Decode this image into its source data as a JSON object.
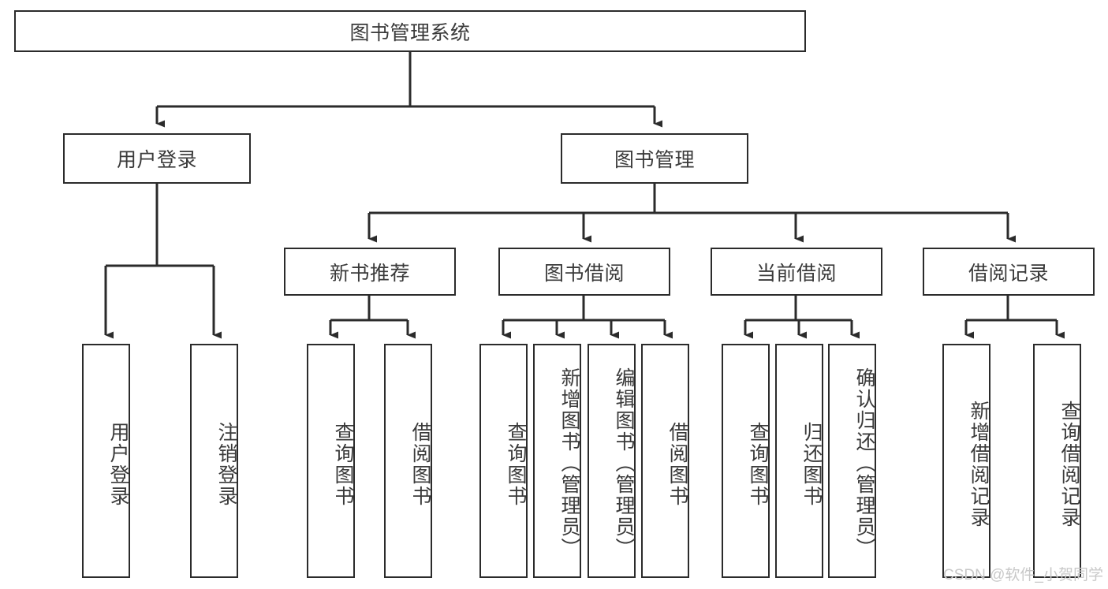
{
  "diagram": {
    "title": "图书管理系统",
    "type": "tree-hierarchy",
    "watermark": "CSDN @软件_小贺同学",
    "colors": {
      "box_border": "#2b2b2b",
      "box_fill": "#ffffff",
      "edge": "#2b2b2b",
      "text": "#3a3a3a",
      "watermark": "#c8c8c8",
      "background": "#ffffff"
    },
    "root": {
      "id": "root",
      "label": "图书管理系统",
      "orientation": "horizontal"
    },
    "level2": [
      {
        "id": "user-login",
        "label": "用户登录",
        "orientation": "horizontal"
      },
      {
        "id": "book-management",
        "label": "图书管理",
        "orientation": "horizontal"
      }
    ],
    "level3": [
      {
        "id": "new-book-recommend",
        "label": "新书推荐",
        "orientation": "horizontal",
        "parent": "book-management"
      },
      {
        "id": "book-borrow",
        "label": "图书借阅",
        "orientation": "horizontal",
        "parent": "book-management"
      },
      {
        "id": "current-borrow",
        "label": "当前借阅",
        "orientation": "horizontal",
        "parent": "book-management"
      },
      {
        "id": "borrow-record",
        "label": "借阅记录",
        "orientation": "horizontal",
        "parent": "book-management"
      }
    ],
    "leaves": [
      {
        "id": "leaf-user-login",
        "label": "用户登录",
        "parent": "user-login",
        "orientation": "vertical"
      },
      {
        "id": "leaf-logout-login",
        "label": "注销登录",
        "parent": "user-login",
        "orientation": "vertical"
      },
      {
        "id": "leaf-query-book-1",
        "label": "查询图书",
        "parent": "new-book-recommend",
        "orientation": "vertical"
      },
      {
        "id": "leaf-borrow-book-1",
        "label": "借阅图书",
        "parent": "new-book-recommend",
        "orientation": "vertical"
      },
      {
        "id": "leaf-query-book-2",
        "label": "查询图书",
        "parent": "book-borrow",
        "orientation": "vertical"
      },
      {
        "id": "leaf-add-book",
        "label": "新增图书（管理员）",
        "parent": "book-borrow",
        "orientation": "vertical"
      },
      {
        "id": "leaf-edit-book",
        "label": "编辑图书（管理员）",
        "parent": "book-borrow",
        "orientation": "vertical"
      },
      {
        "id": "leaf-borrow-book-2",
        "label": "借阅图书",
        "parent": "book-borrow",
        "orientation": "vertical"
      },
      {
        "id": "leaf-query-book-3",
        "label": "查询图书",
        "parent": "current-borrow",
        "orientation": "vertical"
      },
      {
        "id": "leaf-return-book",
        "label": "归还图书",
        "parent": "current-borrow",
        "orientation": "vertical"
      },
      {
        "id": "leaf-confirm-return",
        "label": "确认归还（管理员）",
        "parent": "current-borrow",
        "orientation": "vertical"
      },
      {
        "id": "leaf-add-record",
        "label": "新增借阅记录",
        "parent": "borrow-record",
        "orientation": "vertical"
      },
      {
        "id": "leaf-query-record",
        "label": "查询借阅记录",
        "parent": "borrow-record",
        "orientation": "vertical"
      }
    ]
  }
}
